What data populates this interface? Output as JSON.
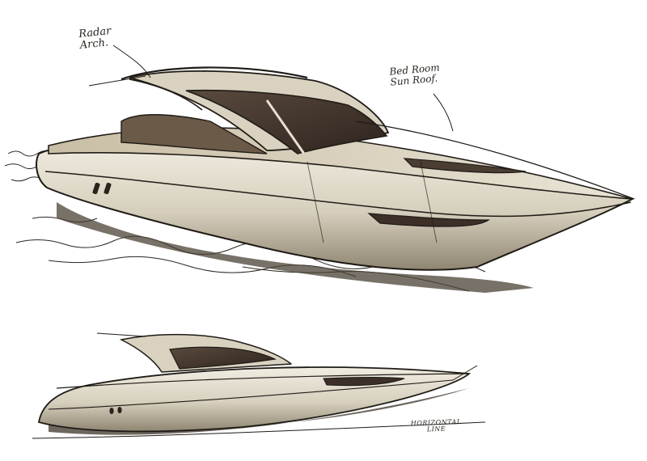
{
  "annotations": {
    "radar_arch": "Radar\nArch.",
    "bedroom_sunroof": "Bed Room\nSun Roof.",
    "horizontal_line": "HORIZONTAL\nLINE"
  },
  "colors": {
    "ink": "#1f1b16",
    "hull_light": "#e8e3d6",
    "hull_shade": "#8f8672",
    "glass": "#3e3129",
    "deck_warm": "#b8ab8f"
  }
}
